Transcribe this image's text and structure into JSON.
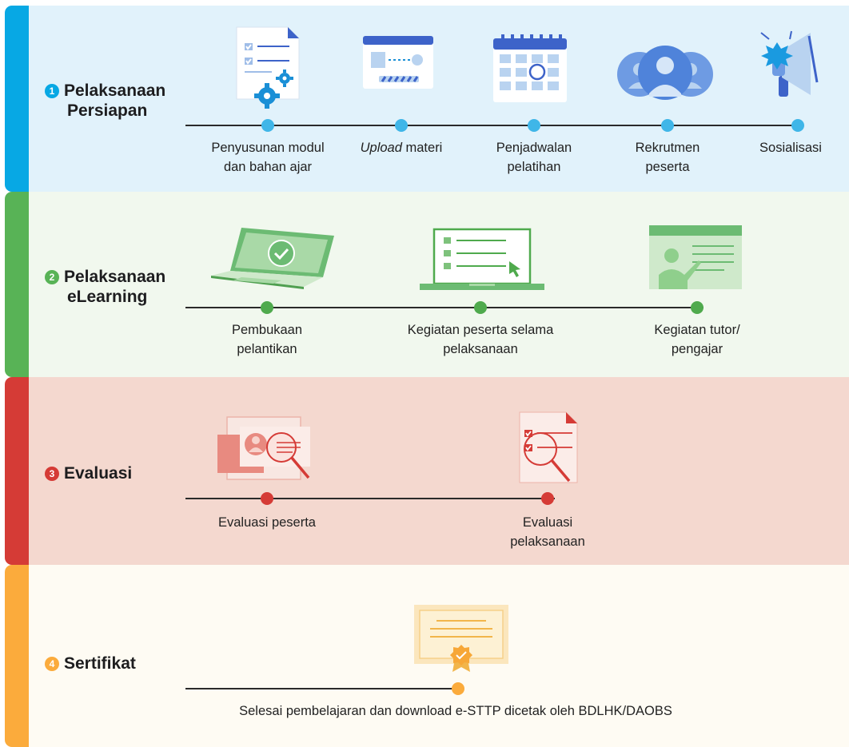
{
  "colors": {
    "section1": "#07a8e4",
    "section2": "#58b356",
    "section3": "#d53b36",
    "section4": "#fbab3c"
  },
  "sections": [
    {
      "number": "1",
      "title_line1": "Pelaksanaan",
      "title_line2": "Persiapan",
      "steps": [
        {
          "label": "Penyusunan modul\ndan bahan ajar",
          "icon": "document-gears-icon"
        },
        {
          "label_italic": "Upload",
          "label": " materi",
          "icon": "upload-window-icon"
        },
        {
          "label": "Penjadwalan\npelatihan",
          "icon": "calendar-icon"
        },
        {
          "label": "Rekrutmen\npeserta",
          "icon": "people-group-icon"
        },
        {
          "label": "Sosialisasi",
          "icon": "megaphone-icon"
        }
      ]
    },
    {
      "number": "2",
      "title_line1": "Pelaksanaan",
      "title_line2": "eLearning",
      "steps": [
        {
          "label": "Pembukaan\npelantikan",
          "icon": "laptop-check-icon"
        },
        {
          "label": "Kegiatan peserta selama\npelaksanaan",
          "icon": "laptop-checklist-icon"
        },
        {
          "label": "Kegiatan tutor/\npengajar",
          "icon": "tutor-screen-icon"
        }
      ]
    },
    {
      "number": "3",
      "title_line1": "Evaluasi",
      "steps": [
        {
          "label": "Evaluasi peserta",
          "icon": "profile-magnifier-icon"
        },
        {
          "label": "Evaluasi\npelaksanaan",
          "icon": "checklist-magnifier-icon"
        }
      ]
    },
    {
      "number": "4",
      "title_line1": "Sertifikat",
      "steps": [
        {
          "label": "Selesai pembelajaran dan download e-STTP dicetak oleh BDLHK/DAOBS",
          "icon": "certificate-icon"
        }
      ]
    }
  ]
}
